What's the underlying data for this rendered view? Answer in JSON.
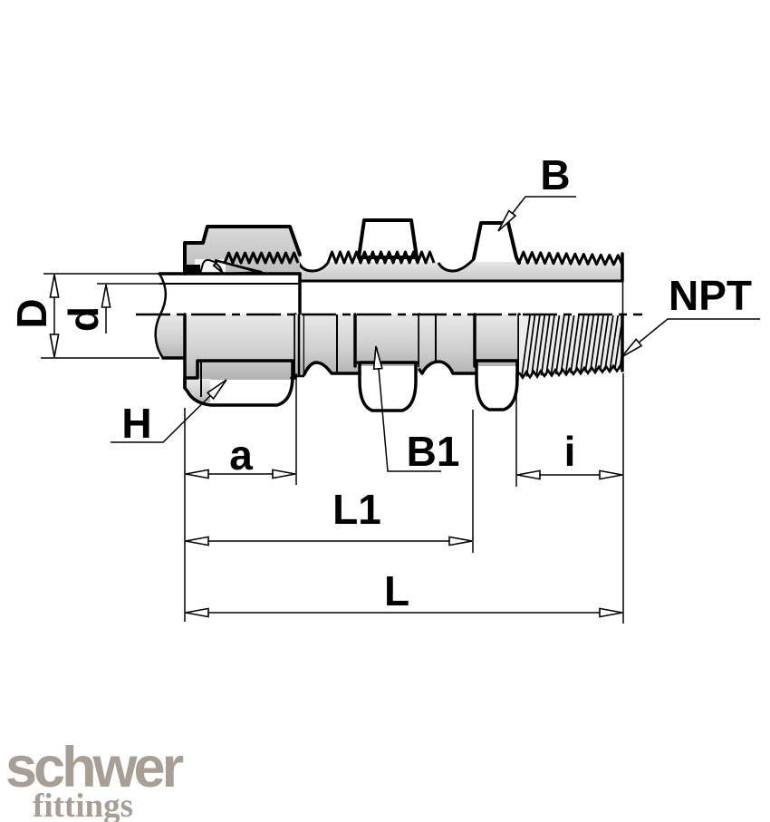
{
  "dimension_labels": {
    "B": "B",
    "NPT": "NPT",
    "D": "D",
    "d": "d",
    "H": "H",
    "a": "a",
    "B1": "B1",
    "i": "i",
    "L1": "L1",
    "L": "L"
  },
  "logo": {
    "line1": "schwer",
    "line2": "fittings",
    "color": "#a79e95"
  },
  "colors": {
    "outline": "#000000",
    "ferrule_yellow": "#f2b714",
    "cutting_ring_blue": "#76c5ee",
    "metal_light": "#e3e3e3",
    "metal_dark": "#8e8e8e",
    "background": "#ffffff"
  }
}
